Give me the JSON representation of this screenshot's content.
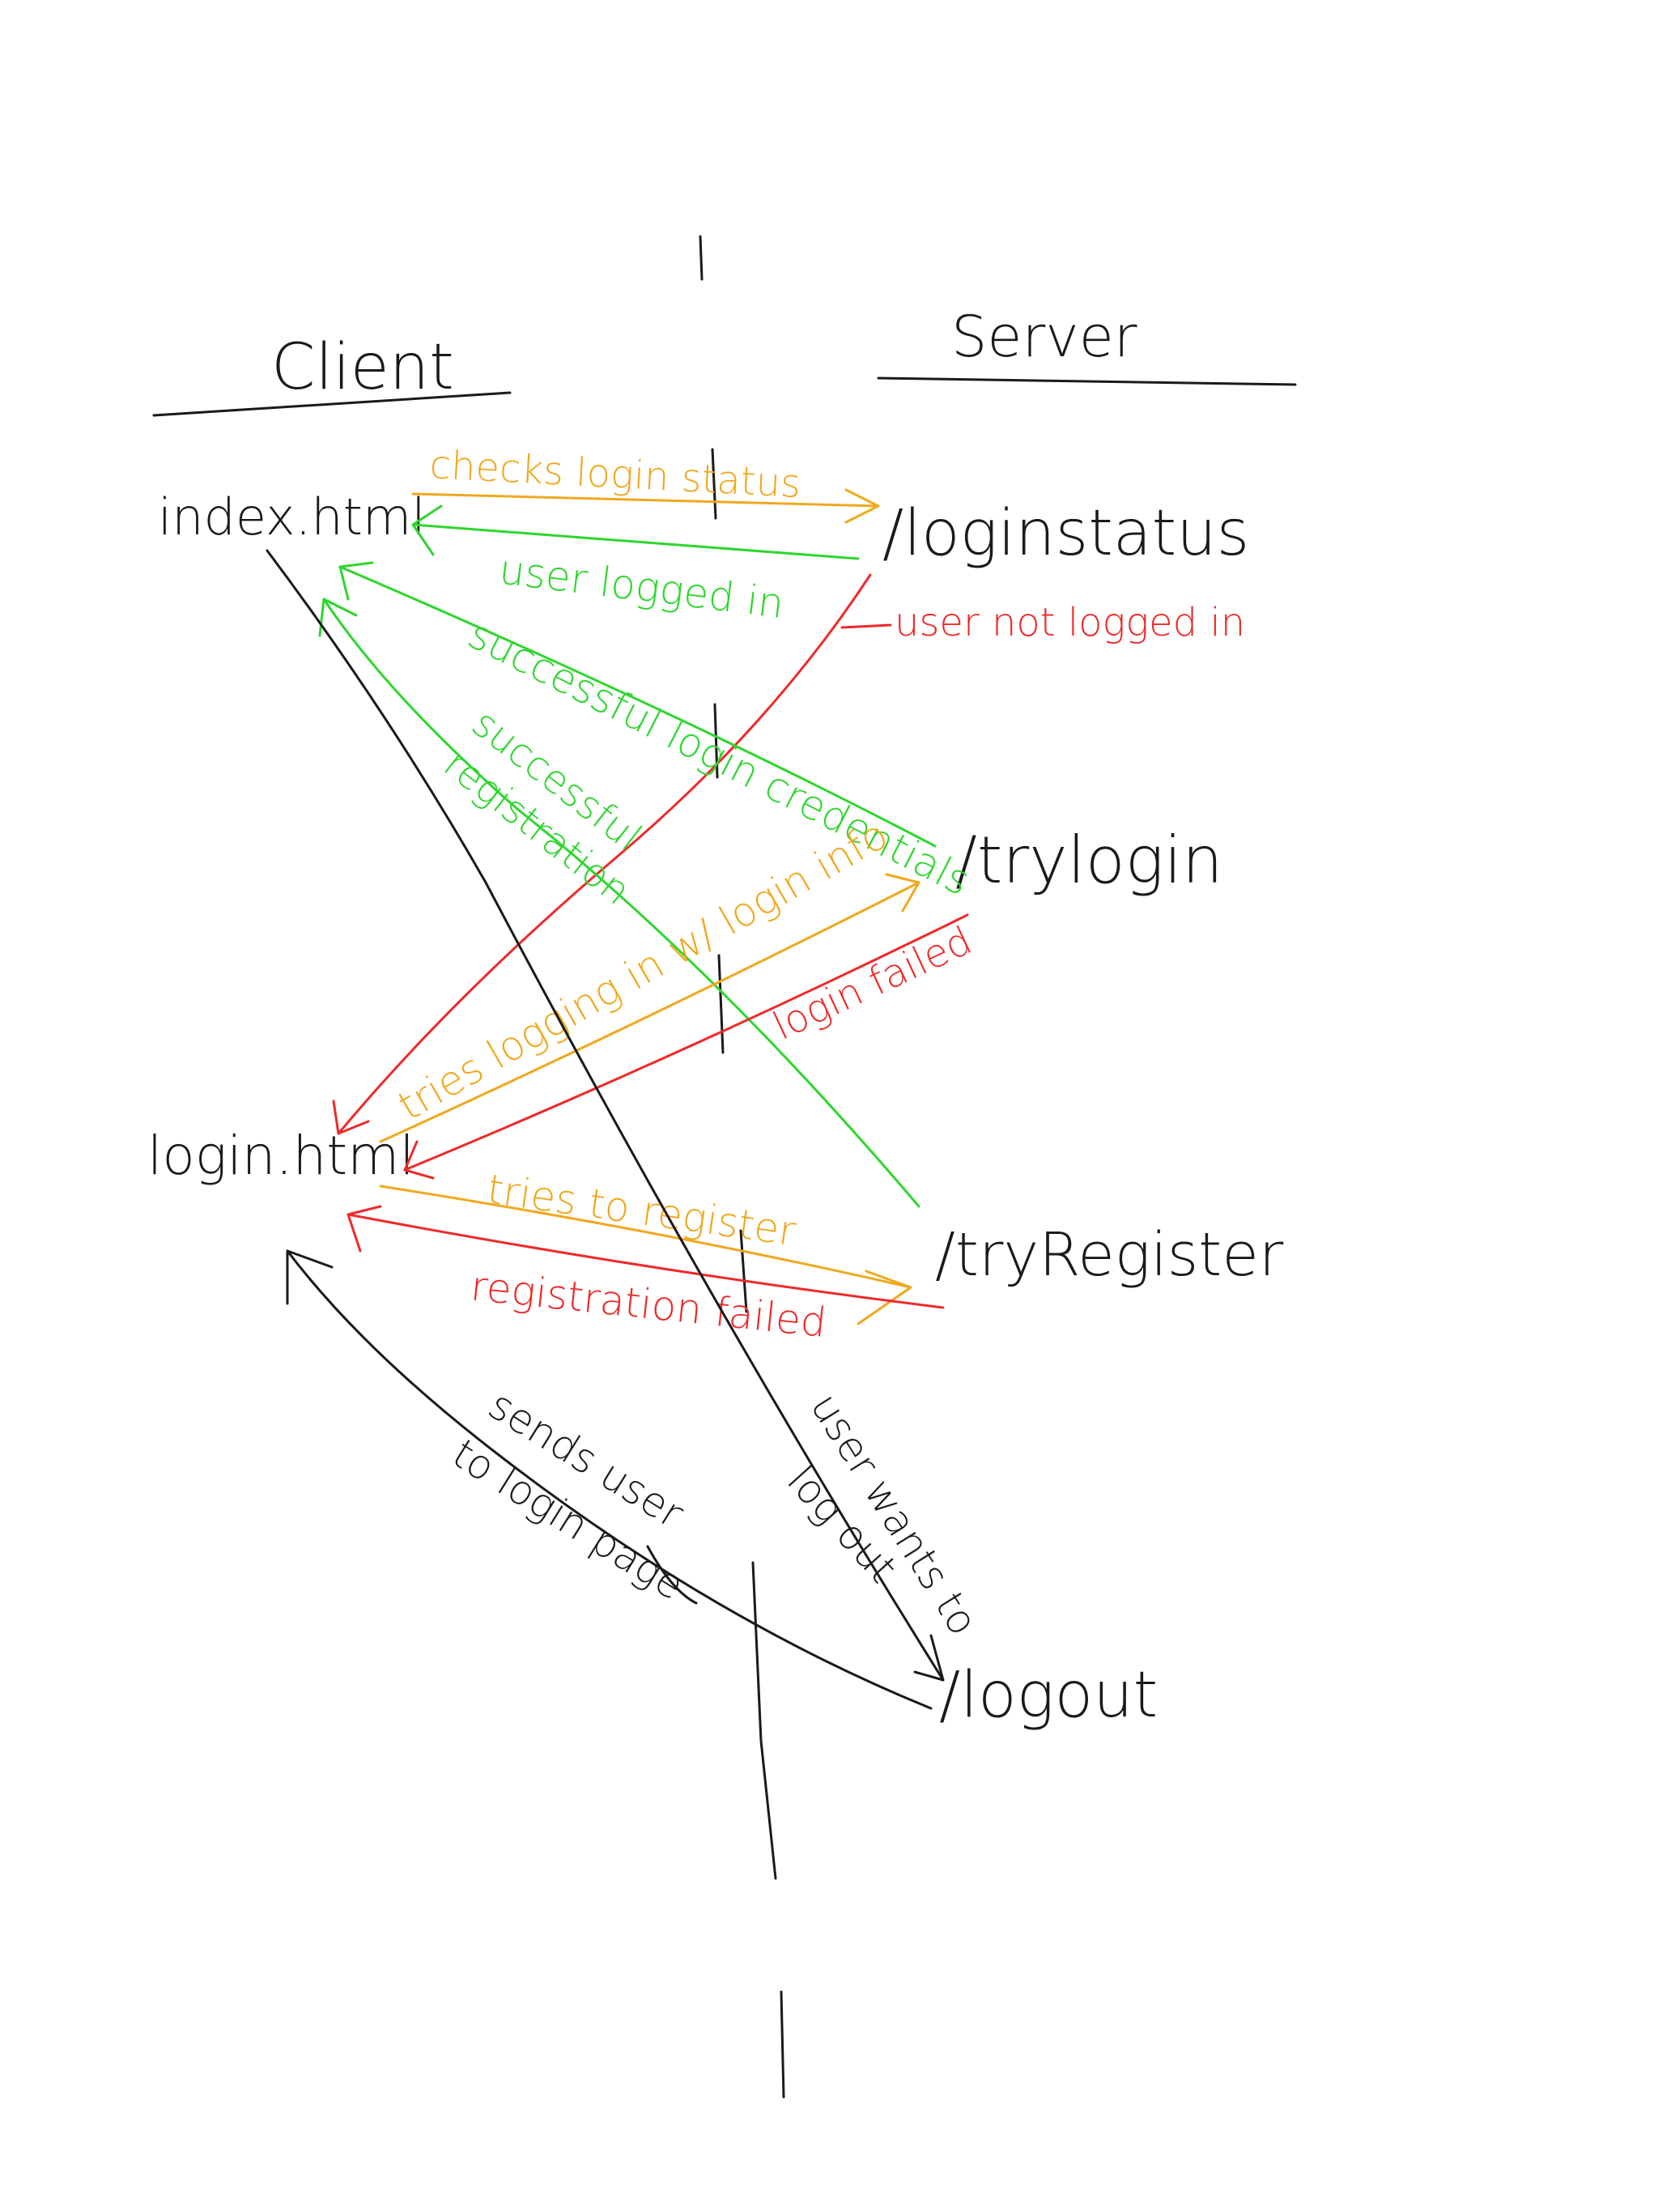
{
  "colors": {
    "ink": "#1a1a1a",
    "request": "#f0a81e",
    "success": "#2ed62e",
    "failure": "#ee2a2a"
  },
  "headers": {
    "client": "Client",
    "server": "Server"
  },
  "client_pages": {
    "index": "index.html",
    "login": "login.html"
  },
  "server_endpoints": {
    "loginstatus": "/loginstatus",
    "trylogin": "/trylogin",
    "tryregister": "/tryRegister",
    "logout": "/logout"
  },
  "arrows": {
    "checks_login_status": "checks login status",
    "user_logged_in": "user logged in",
    "user_not_logged_in": "user not logged in",
    "successful_login_credentials": "successful login credentials",
    "successful_registration_line1": "successful",
    "successful_registration_line2": "registration",
    "tries_logging_in": "tries logging in w/ login info",
    "login_failed": "login failed",
    "tries_to_register": "tries to register",
    "registration_failed": "registration failed",
    "user_wants_line1": "user wants to",
    "user_wants_line2": "log out",
    "sends_user_line1": "sends user",
    "sends_user_line2": "to login page"
  }
}
